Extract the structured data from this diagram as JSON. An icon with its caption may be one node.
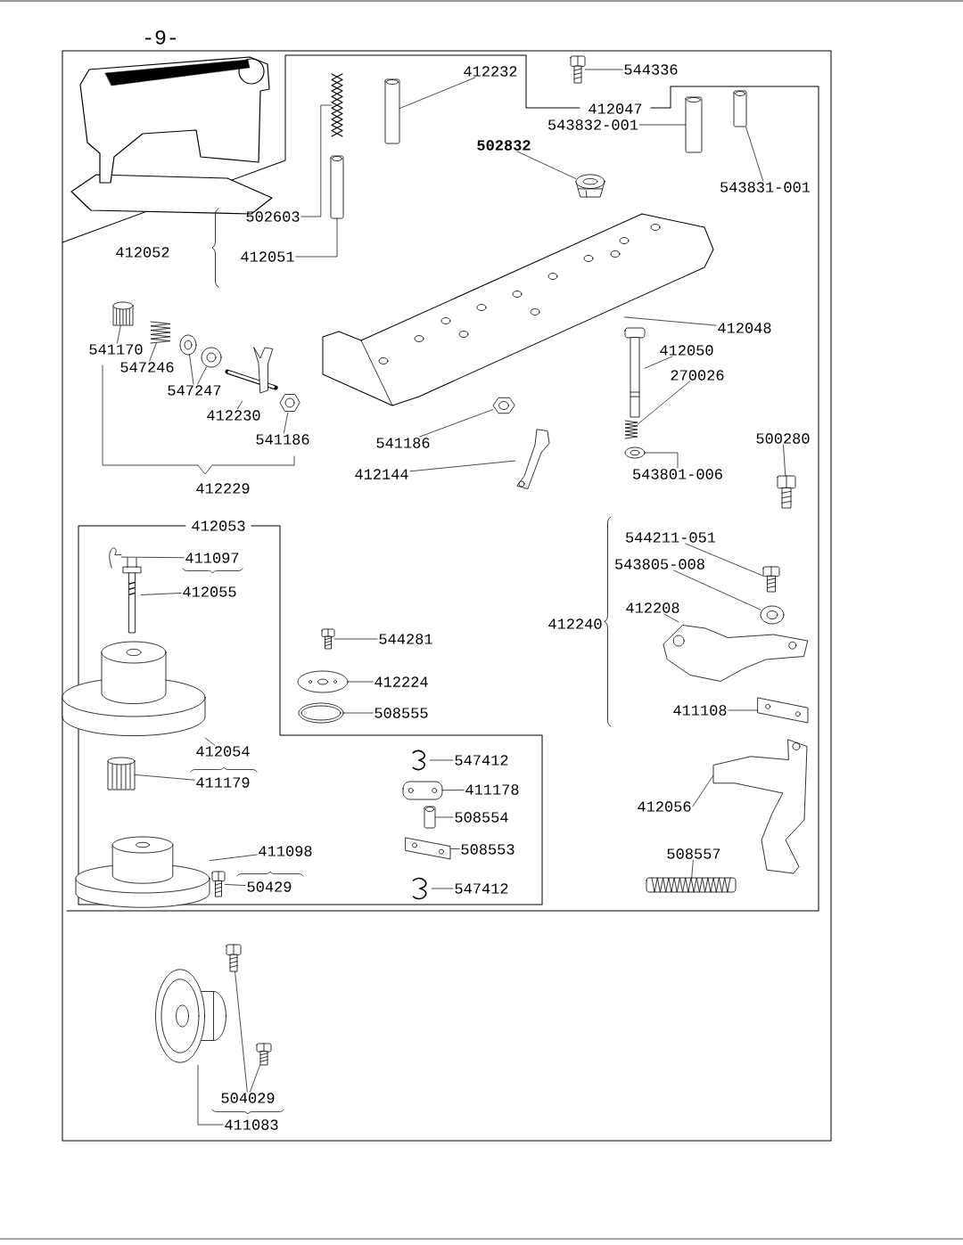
{
  "diagram": {
    "nodes": [
      {
        "text": [
          "544336"
        ]
      },
      {
        "text": [],
        "shape": "picture"
      },
      {
        "text": [
          "412232"
        ]
      },
      {
        "text": [],
        "shape": "picture"
      },
      {
        "text": [
          "502603"
        ]
      },
      {
        "text": [],
        "shape": "picture"
      },
      {
        "text": [
          "412051"
        ]
      },
      {
        "text": [],
        "shape": "picture"
      },
      {
        "text": [
          "543832-001"
        ]
      },
      {
        "text": [],
        "shape": "picture"
      },
      {
        "text": [
          "543831-001"
        ]
      },
      {
        "text": [],
        "shape": "picture"
      },
      {
        "text": [
          "502832"
        ]
      },
      {
        "text": [],
        "shape": "picture"
      },
      {
        "text": [
          "412048"
        ]
      },
      {
        "text": [],
        "shape": "picture"
      },
      {
        "text": [
          "412050"
        ]
      },
      {
        "text": [],
        "shape": "picture"
      },
      {
        "text": [
          "270026"
        ]
      },
      {
        "text": [],
        "shape": "picture"
      },
      {
        "text": [
          "543801-006"
        ]
      },
      {
        "text": [],
        "shape": "picture"
      },
      {
        "text": [
          "500280"
        ]
      },
      {
        "text": [],
        "shape": "picture"
      },
      {
        "text": [
          "541186"
        ]
      },
      {
        "text": [],
        "shape": "picture"
      },
      {
        "text": [
          "412144"
        ]
      },
      {
        "text": [],
        "shape": "picture"
      },
      {
        "text": [
          "541170"
        ]
      },
      {
        "text": [],
        "shape": "picture"
      },
      {
        "text": [
          "547246"
        ]
      },
      {
        "text": [],
        "shape": "picture"
      },
      {
        "text": [
          "547247"
        ]
      },
      {
        "text": [],
        "shape": "picture"
      },
      {
        "text": [],
        "shape": "picture"
      },
      {
        "text": [
          "412230"
        ]
      },
      {
        "text": [],
        "shape": "picture"
      },
      {
        "text": [
          "541186"
        ]
      },
      {
        "text": [],
        "shape": "picture"
      },
      {
        "text": [
          "411097"
        ]
      },
      {
        "text": [],
        "shape": "picture"
      },
      {
        "text": [
          "412055"
        ]
      },
      {
        "text": [],
        "shape": "picture"
      },
      {
        "text": [
          "412054"
        ]
      },
      {
        "text": [],
        "shape": "picture"
      },
      {
        "text": [
          "411179"
        ]
      },
      {
        "text": [],
        "shape": "picture"
      },
      {
        "text": [
          "411098"
        ]
      },
      {
        "text": [],
        "shape": "picture"
      },
      {
        "text": [
          "50429"
        ]
      },
      {
        "text": [],
        "shape": "picture"
      },
      {
        "text": [
          "544281"
        ]
      },
      {
        "text": [],
        "shape": "picture"
      },
      {
        "text": [
          "412224"
        ]
      },
      {
        "text": [],
        "shape": "picture"
      },
      {
        "text": [
          "508555"
        ]
      },
      {
        "text": [],
        "shape": "picture"
      },
      {
        "text": [
          "547412"
        ]
      },
      {
        "text": [],
        "shape": "picture"
      },
      {
        "text": [
          "411178"
        ]
      },
      {
        "text": [],
        "shape": "picture"
      },
      {
        "text": [
          "508554"
        ]
      },
      {
        "text": [],
        "shape": "picture"
      },
      {
        "text": [
          "508553"
        ]
      },
      {
        "text": [],
        "shape": "picture"
      },
      {
        "text": [
          "547412"
        ]
      },
      {
        "text": [],
        "shape": "picture"
      },
      {
        "text": [
          "544211-051"
        ]
      },
      {
        "text": [],
        "shape": "picture"
      },
      {
        "text": [
          "543805-008"
        ]
      },
      {
        "text": [],
        "shape": "picture"
      },
      {
        "text": [
          "412208"
        ]
      },
      {
        "text": [],
        "shape": "picture"
      },
      {
        "text": [
          "411108"
        ]
      },
      {
        "text": [],
        "shape": "picture"
      },
      {
        "text": [
          "412056"
        ]
      },
      {
        "text": [],
        "shape": "picture"
      },
      {
        "text": [
          "508557"
        ]
      },
      {
        "text": [],
        "shape": "picture"
      },
      {
        "text": [
          "504029"
        ]
      },
      {
        "text": [],
        "shape": "picture"
      },
      {
        "text": [],
        "shape": "picture"
      },
      {
        "text": [
          "411083"
        ]
      },
      {
        "text": [],
        "shape": "picture"
      }
    ],
    "edges": [
      {
        "from": 0,
        "to": 1,
        "arrow": "none"
      },
      {
        "from": 2,
        "to": 3,
        "arrow": "none"
      },
      {
        "from": 4,
        "to": 5,
        "arrow": "none"
      },
      {
        "from": 6,
        "to": 7,
        "arrow": "none"
      },
      {
        "from": 8,
        "to": 9,
        "arrow": "none"
      },
      {
        "from": 10,
        "to": 11,
        "arrow": "none"
      },
      {
        "from": 12,
        "to": 13,
        "arrow": "none"
      },
      {
        "from": 14,
        "to": 15,
        "arrow": "none"
      },
      {
        "from": 16,
        "to": 17,
        "arrow": "none"
      },
      {
        "from": 18,
        "to": 19,
        "arrow": "none"
      },
      {
        "from": 20,
        "to": 21,
        "arrow": "none"
      },
      {
        "from": 22,
        "to": 23,
        "arrow": "none"
      },
      {
        "from": 24,
        "to": 25,
        "arrow": "none"
      },
      {
        "from": 26,
        "to": 27,
        "arrow": "none"
      },
      {
        "from": 28,
        "to": 29,
        "arrow": "none"
      },
      {
        "from": 30,
        "to": 31,
        "arrow": "none"
      },
      {
        "from": 32,
        "to": 33,
        "arrow": "none"
      },
      {
        "from": 32,
        "to": 34,
        "arrow": "none"
      },
      {
        "from": 35,
        "to": 36,
        "arrow": "none"
      },
      {
        "from": 37,
        "to": 38,
        "arrow": "none"
      },
      {
        "from": 39,
        "to": 40,
        "arrow": "none"
      },
      {
        "from": 41,
        "to": 42,
        "arrow": "none"
      },
      {
        "from": 43,
        "to": 44,
        "arrow": "none"
      },
      {
        "from": 45,
        "to": 46,
        "arrow": "none"
      },
      {
        "from": 47,
        "to": 48,
        "arrow": "none"
      },
      {
        "from": 49,
        "to": 50,
        "arrow": "none"
      },
      {
        "from": 51,
        "to": 52,
        "arrow": "none"
      },
      {
        "from": 53,
        "to": 54,
        "arrow": "none"
      },
      {
        "from": 55,
        "to": 56,
        "arrow": "none"
      },
      {
        "from": 57,
        "to": 58,
        "arrow": "none"
      },
      {
        "from": 59,
        "to": 60,
        "arrow": "none"
      },
      {
        "from": 61,
        "to": 62,
        "arrow": "none"
      },
      {
        "from": 63,
        "to": 64,
        "arrow": "none"
      },
      {
        "from": 65,
        "to": 66,
        "arrow": "none"
      },
      {
        "from": 67,
        "to": 68,
        "arrow": "none"
      },
      {
        "from": 69,
        "to": 70,
        "arrow": "none"
      },
      {
        "from": 71,
        "to": 72,
        "arrow": "none"
      },
      {
        "from": 73,
        "to": 74,
        "arrow": "none"
      },
      {
        "from": 75,
        "to": 76,
        "arrow": "none"
      },
      {
        "from": 77,
        "to": 78,
        "arrow": "none"
      },
      {
        "from": 79,
        "to": 80,
        "arrow": "none"
      },
      {
        "from": 79,
        "to": 81,
        "arrow": "none"
      },
      {
        "from": 82,
        "to": 83,
        "arrow": "none"
      }
    ],
    "labels": [
      "-9-",
      "412047",
      "412052",
      "412229",
      "412053",
      "412240"
    ]
  }
}
